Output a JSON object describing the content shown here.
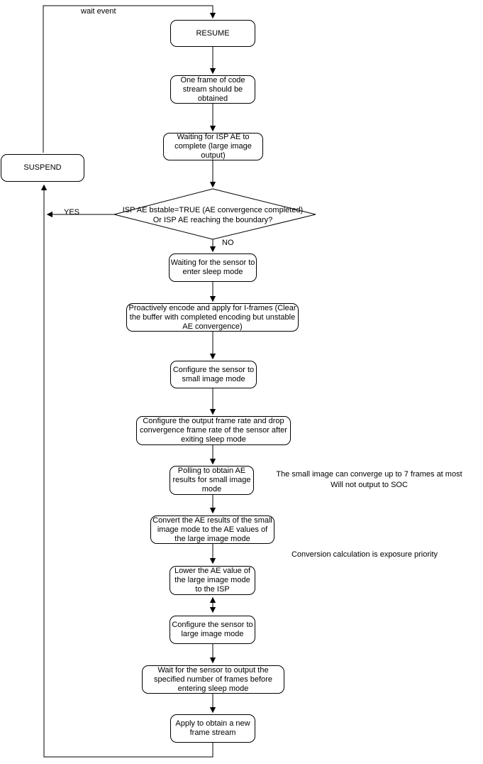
{
  "diagram": {
    "type": "flowchart",
    "colors": {
      "stroke": "#000000",
      "background": "#ffffff",
      "text": "#000000"
    },
    "nodes": {
      "resume": {
        "label": "RESUME"
      },
      "one_frame": {
        "label": "One frame of code stream should be obtained"
      },
      "waiting_isp_ae": {
        "label": "Waiting for ISP AE to complete (large image output)"
      },
      "decision": {
        "line1": "ISP AE bstable=TRUE (AE convergence completed)",
        "line2": "Or ISP AE reaching the boundary?"
      },
      "suspend": {
        "label": "SUSPEND"
      },
      "waiting_sensor_sleep": {
        "label": "Waiting for the sensor to enter sleep mode"
      },
      "proactive_encode": {
        "label": "Proactively encode and apply for I-frames (Clear the buffer with completed encoding but unstable AE convergence)"
      },
      "config_small_mode": {
        "label": "Configure the sensor to small image mode"
      },
      "config_output_rate": {
        "label": "Configure the output frame rate and drop convergence frame rate of the sensor after exiting sleep mode"
      },
      "polling_ae": {
        "label": "Polling to obtain AE results for small image mode"
      },
      "convert_ae": {
        "label": "Convert the AE results of the small image mode to the AE values of the large image mode"
      },
      "lower_ae": {
        "label": "Lower the AE value of the large image mode to the ISP"
      },
      "config_large_mode": {
        "label": "Configure the sensor to large image mode"
      },
      "wait_frames": {
        "label": "Wait for the sensor to output the specified number of frames before entering sleep mode"
      },
      "apply_new_stream": {
        "label": "Apply to obtain a new frame stream"
      }
    },
    "edge_labels": {
      "wait_event": "wait event",
      "yes": "YES",
      "no": "NO"
    },
    "annotations": {
      "small_image_line1": "The small image can converge up to 7 frames at most",
      "small_image_line2": "Will not output to SOC",
      "conversion": "Conversion calculation is exposure priority"
    }
  }
}
